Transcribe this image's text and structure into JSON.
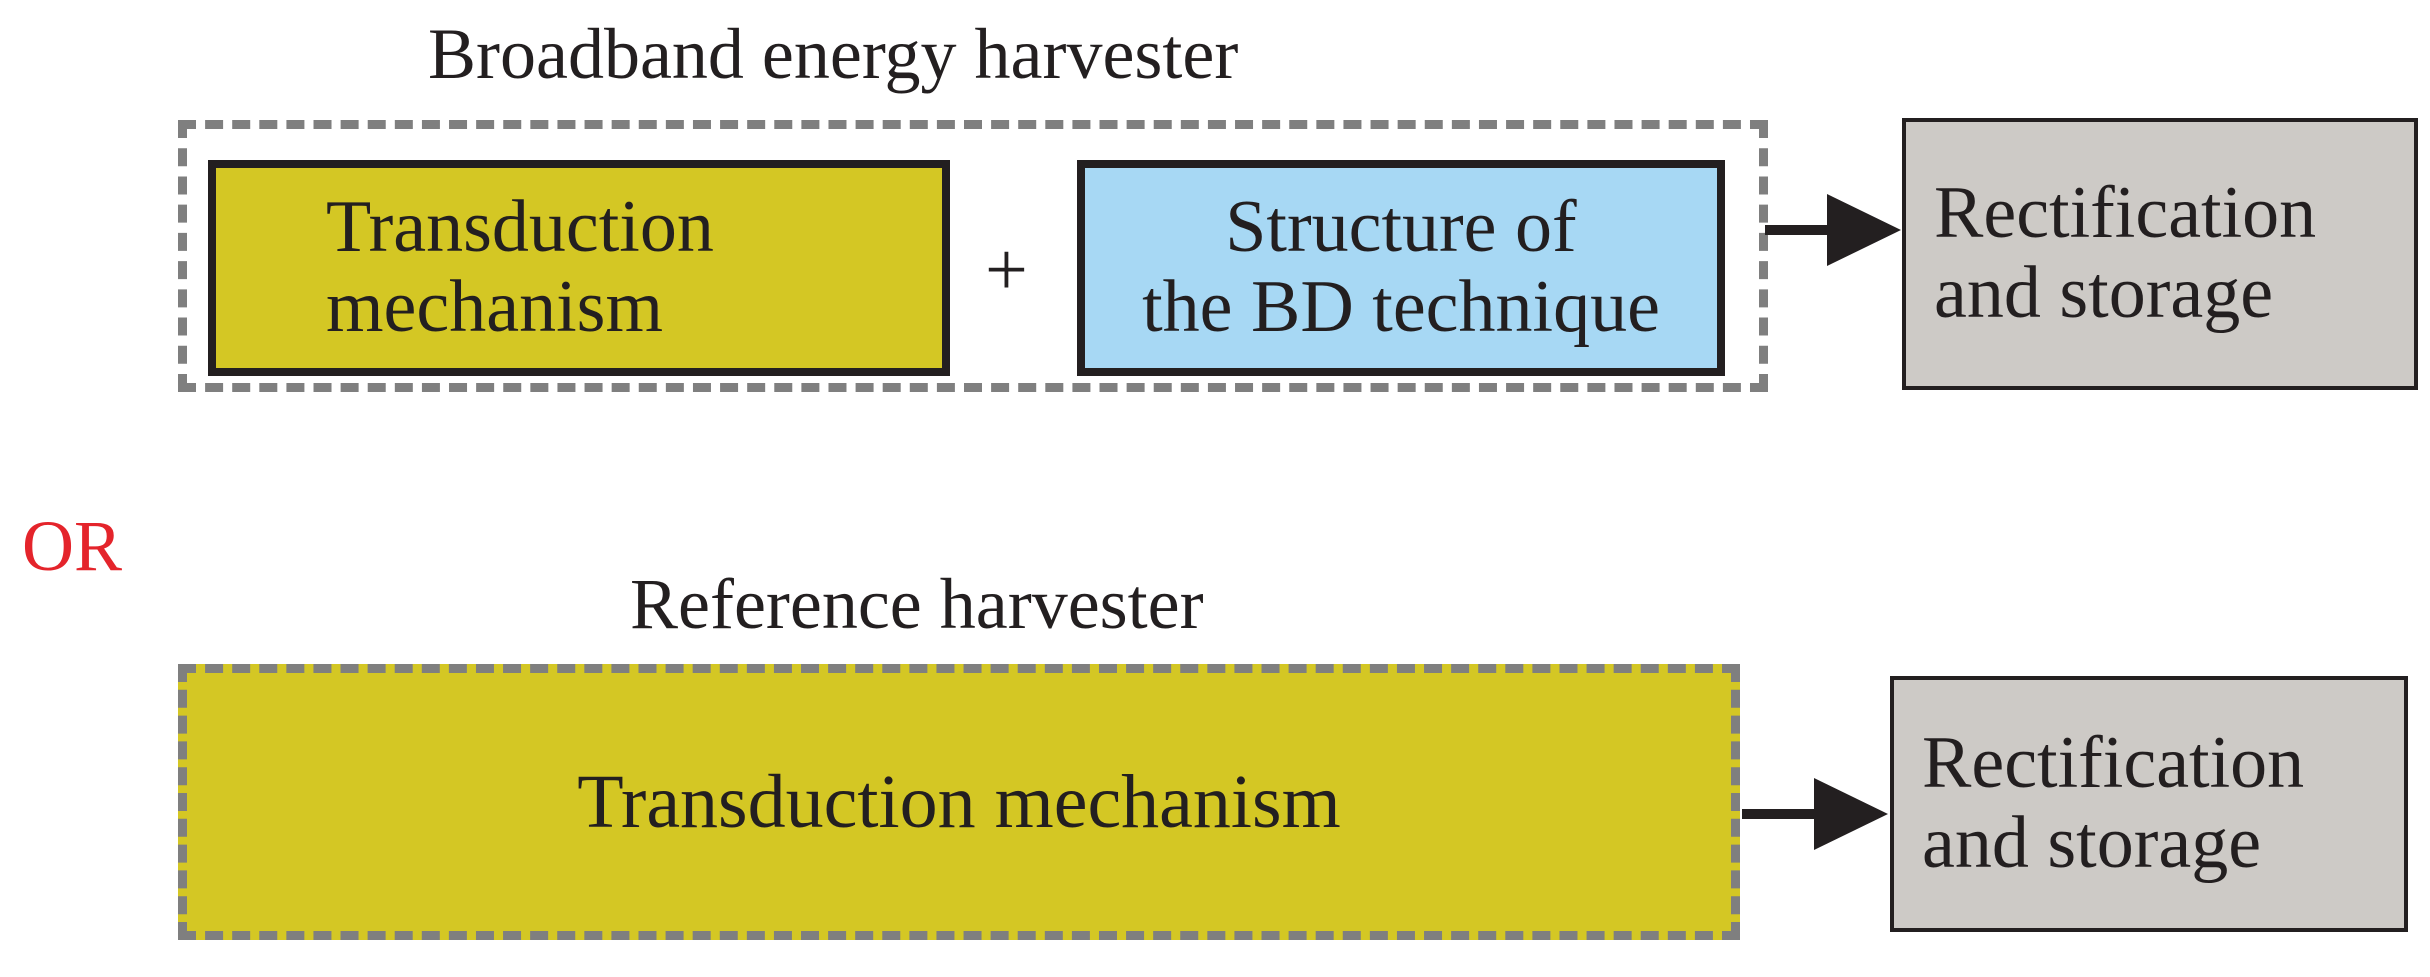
{
  "top": {
    "title": "Broadband energy harvester",
    "transduction": {
      "line1": "Transduction",
      "line2": "mechanism"
    },
    "plus": "+",
    "structure": {
      "line1": "Structure of",
      "line2": "the BD technique"
    },
    "rectification": {
      "line1": "Rectification",
      "line2": "and storage"
    }
  },
  "or_label": "OR",
  "bottom": {
    "title": "Reference harvester",
    "transduction": "Transduction mechanism",
    "rectification": {
      "line1": "Rectification",
      "line2": "and storage"
    }
  },
  "colors": {
    "transduction_fill": "#d4c724",
    "structure_fill": "#a7d8f4",
    "rectification_fill": "#cdcac6",
    "dashed_border": "#7f7f7f",
    "or_text": "#e4242b",
    "text": "#231f20"
  }
}
